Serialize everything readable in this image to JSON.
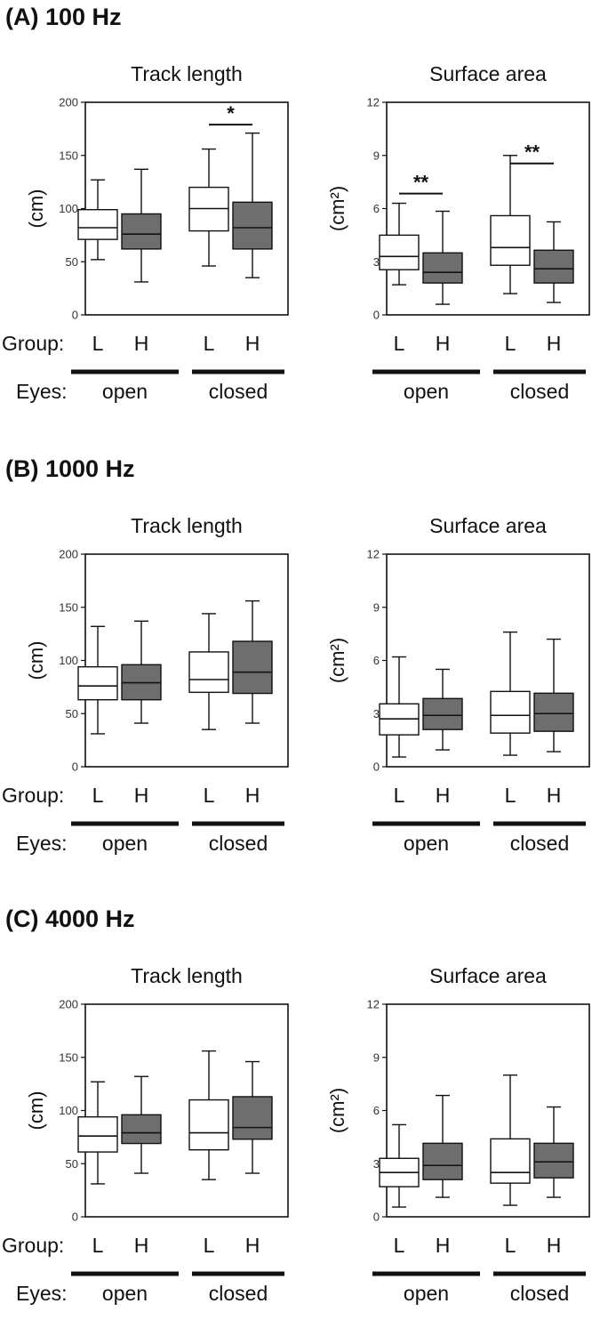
{
  "figure": {
    "group_row_label": "Group:",
    "eyes_row_label": "Eyes:",
    "colors": {
      "L": "#ffffff",
      "H": "#6e6e6e",
      "line": "#111111"
    }
  },
  "panels": [
    {
      "title": "(A) 100 Hz",
      "charts": [
        0,
        1
      ]
    },
    {
      "title": "(B) 1000 Hz",
      "charts": [
        2,
        3
      ]
    },
    {
      "title": "(C) 4000 Hz",
      "charts": [
        4,
        5
      ]
    }
  ],
  "chart_data": [
    {
      "type": "box",
      "title": "Track length",
      "ylabel": "(cm)",
      "ylim": [
        0,
        200
      ],
      "yticks": [
        0,
        50,
        100,
        150,
        200
      ],
      "categories": [
        "L",
        "H",
        "L",
        "H"
      ],
      "condition_groups": [
        "open",
        "closed"
      ],
      "boxes": [
        {
          "group": "L",
          "eyes": "open",
          "min": 52,
          "q1": 71,
          "median": 82,
          "q3": 99,
          "max": 127
        },
        {
          "group": "H",
          "eyes": "open",
          "min": 31,
          "q1": 62,
          "median": 76,
          "q3": 95,
          "max": 137
        },
        {
          "group": "L",
          "eyes": "closed",
          "min": 46,
          "q1": 79,
          "median": 100,
          "q3": 120,
          "max": 156
        },
        {
          "group": "H",
          "eyes": "closed",
          "min": 35,
          "q1": 62,
          "median": 82,
          "q3": 106,
          "max": 171
        }
      ],
      "significance": [
        {
          "between": [
            2,
            3
          ],
          "label": "*",
          "y": 179
        }
      ]
    },
    {
      "type": "box",
      "title": "Surface area",
      "ylabel": "(cm²)",
      "ylim": [
        0,
        12
      ],
      "yticks": [
        0,
        3,
        6,
        9,
        12
      ],
      "categories": [
        "L",
        "H",
        "L",
        "H"
      ],
      "condition_groups": [
        "open",
        "closed"
      ],
      "boxes": [
        {
          "group": "L",
          "eyes": "open",
          "min": 1.7,
          "q1": 2.55,
          "median": 3.3,
          "q3": 4.5,
          "max": 6.3
        },
        {
          "group": "H",
          "eyes": "open",
          "min": 0.6,
          "q1": 1.8,
          "median": 2.4,
          "q3": 3.5,
          "max": 5.85
        },
        {
          "group": "L",
          "eyes": "closed",
          "min": 1.2,
          "q1": 2.8,
          "median": 3.8,
          "q3": 5.6,
          "max": 9.0
        },
        {
          "group": "H",
          "eyes": "closed",
          "min": 0.7,
          "q1": 1.8,
          "median": 2.6,
          "q3": 3.65,
          "max": 5.25
        }
      ],
      "significance": [
        {
          "between": [
            0,
            1
          ],
          "label": "**",
          "y": 6.85
        },
        {
          "between": [
            2,
            3
          ],
          "label": "**",
          "y": 8.55
        }
      ]
    },
    {
      "type": "box",
      "title": "Track length",
      "ylabel": "(cm)",
      "ylim": [
        0,
        200
      ],
      "yticks": [
        0,
        50,
        100,
        150,
        200
      ],
      "categories": [
        "L",
        "H",
        "L",
        "H"
      ],
      "condition_groups": [
        "open",
        "closed"
      ],
      "boxes": [
        {
          "group": "L",
          "eyes": "open",
          "min": 31,
          "q1": 63,
          "median": 76,
          "q3": 94,
          "max": 132
        },
        {
          "group": "H",
          "eyes": "open",
          "min": 41,
          "q1": 63,
          "median": 79,
          "q3": 96,
          "max": 137
        },
        {
          "group": "L",
          "eyes": "closed",
          "min": 35,
          "q1": 70,
          "median": 82,
          "q3": 108,
          "max": 144
        },
        {
          "group": "H",
          "eyes": "closed",
          "min": 41,
          "q1": 69,
          "median": 89,
          "q3": 118,
          "max": 156
        }
      ],
      "significance": []
    },
    {
      "type": "box",
      "title": "Surface area",
      "ylabel": "(cm²)",
      "ylim": [
        0,
        12
      ],
      "yticks": [
        0,
        3,
        6,
        9,
        12
      ],
      "categories": [
        "L",
        "H",
        "L",
        "H"
      ],
      "condition_groups": [
        "open",
        "closed"
      ],
      "boxes": [
        {
          "group": "L",
          "eyes": "open",
          "min": 0.55,
          "q1": 1.8,
          "median": 2.7,
          "q3": 3.55,
          "max": 6.2
        },
        {
          "group": "H",
          "eyes": "open",
          "min": 0.95,
          "q1": 2.1,
          "median": 2.9,
          "q3": 3.85,
          "max": 5.5
        },
        {
          "group": "L",
          "eyes": "closed",
          "min": 0.65,
          "q1": 1.9,
          "median": 2.9,
          "q3": 4.25,
          "max": 7.6
        },
        {
          "group": "H",
          "eyes": "closed",
          "min": 0.85,
          "q1": 2.0,
          "median": 3.0,
          "q3": 4.15,
          "max": 7.2
        }
      ],
      "significance": []
    },
    {
      "type": "box",
      "title": "Track length",
      "ylabel": "(cm)",
      "ylim": [
        0,
        200
      ],
      "yticks": [
        0,
        50,
        100,
        150,
        200
      ],
      "categories": [
        "L",
        "H",
        "L",
        "H"
      ],
      "condition_groups": [
        "open",
        "closed"
      ],
      "boxes": [
        {
          "group": "L",
          "eyes": "open",
          "min": 31,
          "q1": 61,
          "median": 76,
          "q3": 94,
          "max": 127
        },
        {
          "group": "H",
          "eyes": "open",
          "min": 41,
          "q1": 69,
          "median": 79,
          "q3": 96,
          "max": 132
        },
        {
          "group": "L",
          "eyes": "closed",
          "min": 35,
          "q1": 63,
          "median": 79,
          "q3": 110,
          "max": 156
        },
        {
          "group": "H",
          "eyes": "closed",
          "min": 41,
          "q1": 73,
          "median": 84,
          "q3": 113,
          "max": 146
        }
      ],
      "significance": []
    },
    {
      "type": "box",
      "title": "Surface area",
      "ylabel": "(cm²)",
      "ylim": [
        0,
        12
      ],
      "yticks": [
        0,
        3,
        6,
        9,
        12
      ],
      "categories": [
        "L",
        "H",
        "L",
        "H"
      ],
      "condition_groups": [
        "open",
        "closed"
      ],
      "boxes": [
        {
          "group": "L",
          "eyes": "open",
          "min": 0.55,
          "q1": 1.7,
          "median": 2.5,
          "q3": 3.3,
          "max": 5.2
        },
        {
          "group": "H",
          "eyes": "open",
          "min": 1.1,
          "q1": 2.1,
          "median": 2.9,
          "q3": 4.15,
          "max": 6.85
        },
        {
          "group": "L",
          "eyes": "closed",
          "min": 0.65,
          "q1": 1.9,
          "median": 2.5,
          "q3": 4.4,
          "max": 8.0
        },
        {
          "group": "H",
          "eyes": "closed",
          "min": 1.1,
          "q1": 2.2,
          "median": 3.1,
          "q3": 4.15,
          "max": 6.2
        }
      ],
      "significance": []
    }
  ]
}
